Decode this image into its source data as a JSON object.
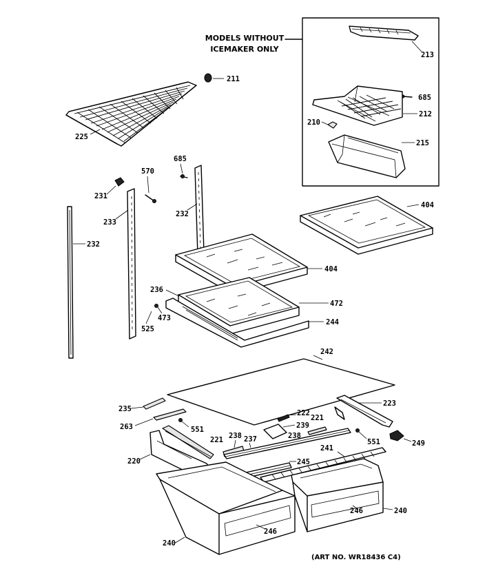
{
  "note": {
    "line1": "MODELS WITHOUT",
    "line2": "ICEMAKER ONLY"
  },
  "art_number": "(ART NO. WR18436 C4)",
  "labels": {
    "l213": "213",
    "l685a": "685",
    "l212": "212",
    "l210": "210",
    "l215": "215",
    "l211": "211",
    "l225": "225",
    "l685b": "685",
    "l570": "570",
    "l231": "231",
    "l233": "233",
    "l232a": "232",
    "l232b": "232",
    "l404a": "404",
    "l404b": "404",
    "l236": "236",
    "l472": "472",
    "l473": "473",
    "l525": "525",
    "l244": "244",
    "l242": "242",
    "l235": "235",
    "l223": "223",
    "l263": "263",
    "l222": "222",
    "l221a": "221",
    "l239": "239",
    "l551a": "551",
    "l238a": "238",
    "l237": "237",
    "l238b": "238",
    "l221b": "221",
    "l551b": "551",
    "l249": "249",
    "l220": "220",
    "l241": "241",
    "l245": "245",
    "l246a": "246",
    "l246b": "246",
    "l240a": "240",
    "l240b": "240"
  }
}
